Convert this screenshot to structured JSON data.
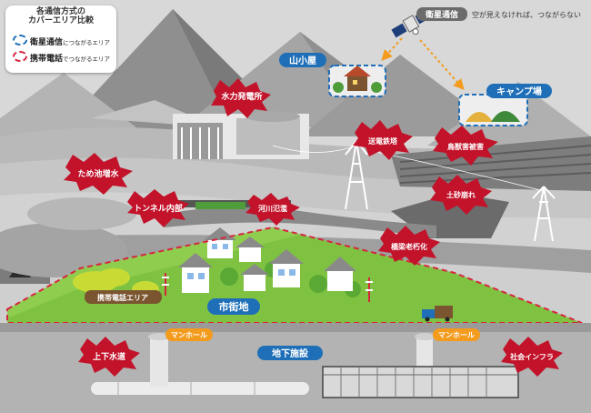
{
  "legend": {
    "title_line1": "各通信方式の",
    "title_line2": "カバーエリア比較",
    "satellite_label": "衛星通信",
    "satellite_suffix": "につながるエリア",
    "mobile_label": "携帯電話",
    "mobile_suffix": "でつながるエリア",
    "colors": {
      "satellite": "#1f6fb8",
      "mobile": "#d6263e"
    }
  },
  "satellite": {
    "label": "衛星通信",
    "note": "空が見えなければ、つながらない"
  },
  "coverage_labels": {
    "mountain_hut": "山小屋",
    "campsite": "キャンプ場",
    "urban": "市街地",
    "mobile_area": "携帯電話エリア",
    "manhole_left": "マンホール",
    "manhole_right": "マンホール",
    "underground": "地下施設"
  },
  "problem_labels": {
    "hydro": "水力発電所",
    "reservoir": "ため池増水",
    "tunnel": "トンネル内部",
    "river": "河川氾濫",
    "tower": "送電鉄塔",
    "wildlife": "鳥獣害被害",
    "landslide": "土砂崩れ",
    "bridge": "橋梁老朽化",
    "sewer": "上下水道",
    "infra": "社会インフラ"
  },
  "colors": {
    "accent_red": "#c2132a",
    "accent_blue": "#1f6fb8",
    "tag_orange": "#f39b1d",
    "green": "#7fc241",
    "brown": "#7a5530"
  }
}
